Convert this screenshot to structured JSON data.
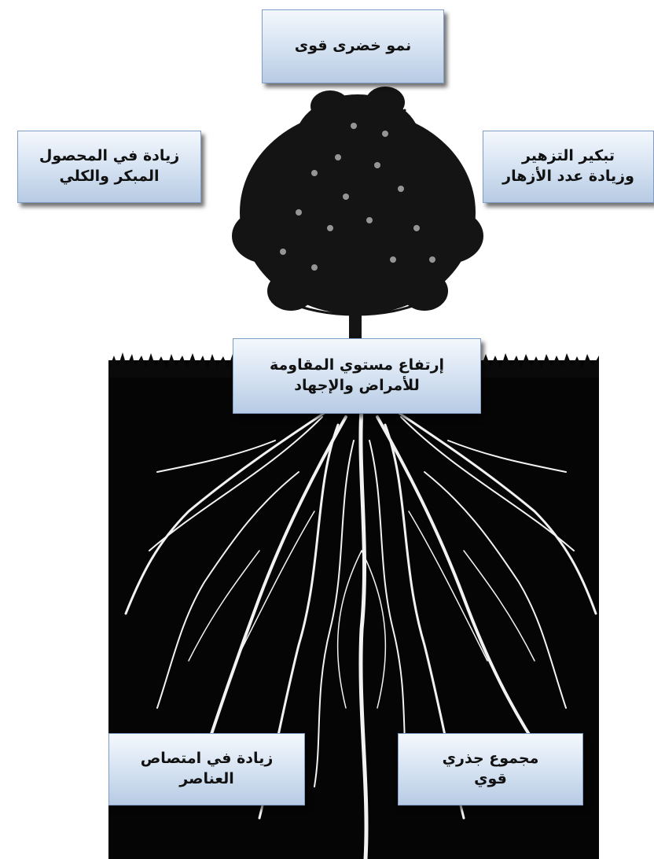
{
  "boxes": {
    "top": {
      "line1": "نمو خضرى قوى"
    },
    "left": {
      "line1": "زيادة في المحصول",
      "line2": "المبكر والكلي"
    },
    "right": {
      "line1": "تبكير التزهير",
      "line2": "وزيادة عدد الأزهار"
    },
    "middle": {
      "line1": "إرتفاع مستوي المقاومة",
      "line2": "للأمراض والإجهاد"
    },
    "bottom_left": {
      "line1": "زيادة في امتصاص",
      "line2": "العناصر"
    },
    "bottom_right": {
      "line1": "مجموع جذري",
      "line2": "قوي"
    }
  },
  "colors": {
    "box_top": "#f4f8fd",
    "box_bottom": "#b7cbe4",
    "box_border": "#7f9dc6",
    "ground": "#050505",
    "roots": "#f2f2f2",
    "tree": "#141414"
  },
  "icons": [
    "tree-illustration",
    "roots-illustration",
    "grass-illustration"
  ]
}
